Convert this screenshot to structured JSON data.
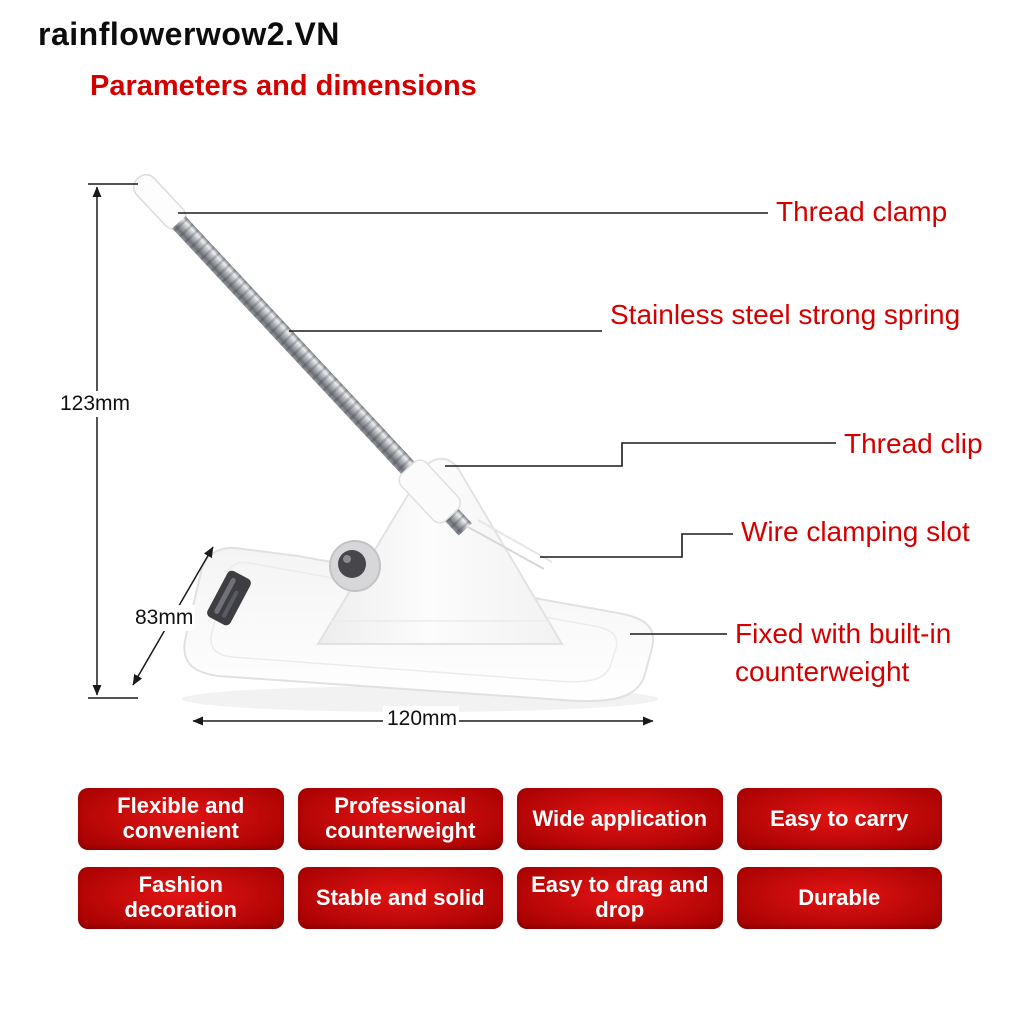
{
  "watermark": "rainflowerwow2.VN",
  "title": "Parameters and dimensions",
  "dimensions": {
    "height": "123mm",
    "depth": "83mm",
    "width": "120mm"
  },
  "callouts": {
    "thread_clamp": "Thread clamp",
    "spring": "Stainless steel strong spring",
    "thread_clip": "Thread clip",
    "wire_slot": "Wire clamping slot",
    "counterweight": "Fixed with built-in counterweight"
  },
  "features": [
    "Flexible and convenient",
    "Professional counterweight",
    "Wide application",
    "Easy to carry",
    "Fashion decoration",
    "Stable and solid",
    "Easy to drag and drop",
    "Durable"
  ],
  "colors": {
    "accent_red": "#d40000",
    "badge_red_light": "#e31414",
    "badge_red_dark": "#a30000",
    "line_black": "#1a1a1a"
  }
}
